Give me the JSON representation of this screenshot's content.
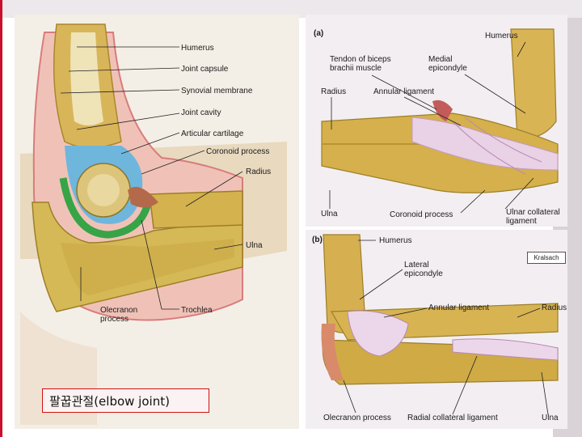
{
  "caption": "팔꿉관절(elbow joint)",
  "left_figure": {
    "labels": {
      "humerus": "Humerus",
      "joint_capsule": "Joint capsule",
      "synovial_membrane": "Synovial membrane",
      "joint_cavity": "Joint cavity",
      "articular_cartilage": "Articular cartilage",
      "coronoid_process": "Coronoid process",
      "radius": "Radius",
      "ulna": "Ulna",
      "olecranon_process": "Olecranon\nprocess",
      "trochlea": "Trochlea"
    }
  },
  "figure_a": {
    "panel_label": "(a)",
    "labels": {
      "humerus": "Humerus",
      "tendon_biceps": "Tendon of biceps\nbrachii muscle",
      "medial_epicondyle": "Medial\nepicondyle",
      "radius": "Radius",
      "annular_ligament": "Annular ligament",
      "ulna": "Ulna",
      "coronoid_process": "Coronoid process",
      "ulnar_collateral": "Ulnar collateral\nligament"
    }
  },
  "figure_b": {
    "panel_label": "(b)",
    "stamp": "Kralsach",
    "labels": {
      "humerus": "Humerus",
      "lateral_epicondyle": "Lateral\nepicondyle",
      "annular_ligament": "Annular ligament",
      "radius": "Radius",
      "olecranon_process": "Olecranon process",
      "radial_collateral": "Radial collateral ligament",
      "ulna": "Ulna"
    }
  },
  "colors": {
    "bone": "#d9b55a",
    "cartilage": "#5aa9d6",
    "synovial": "#3fae4a",
    "capsule": "#e08a8a",
    "ligament": "#e7cbe0",
    "caption_border": "#d01010"
  }
}
